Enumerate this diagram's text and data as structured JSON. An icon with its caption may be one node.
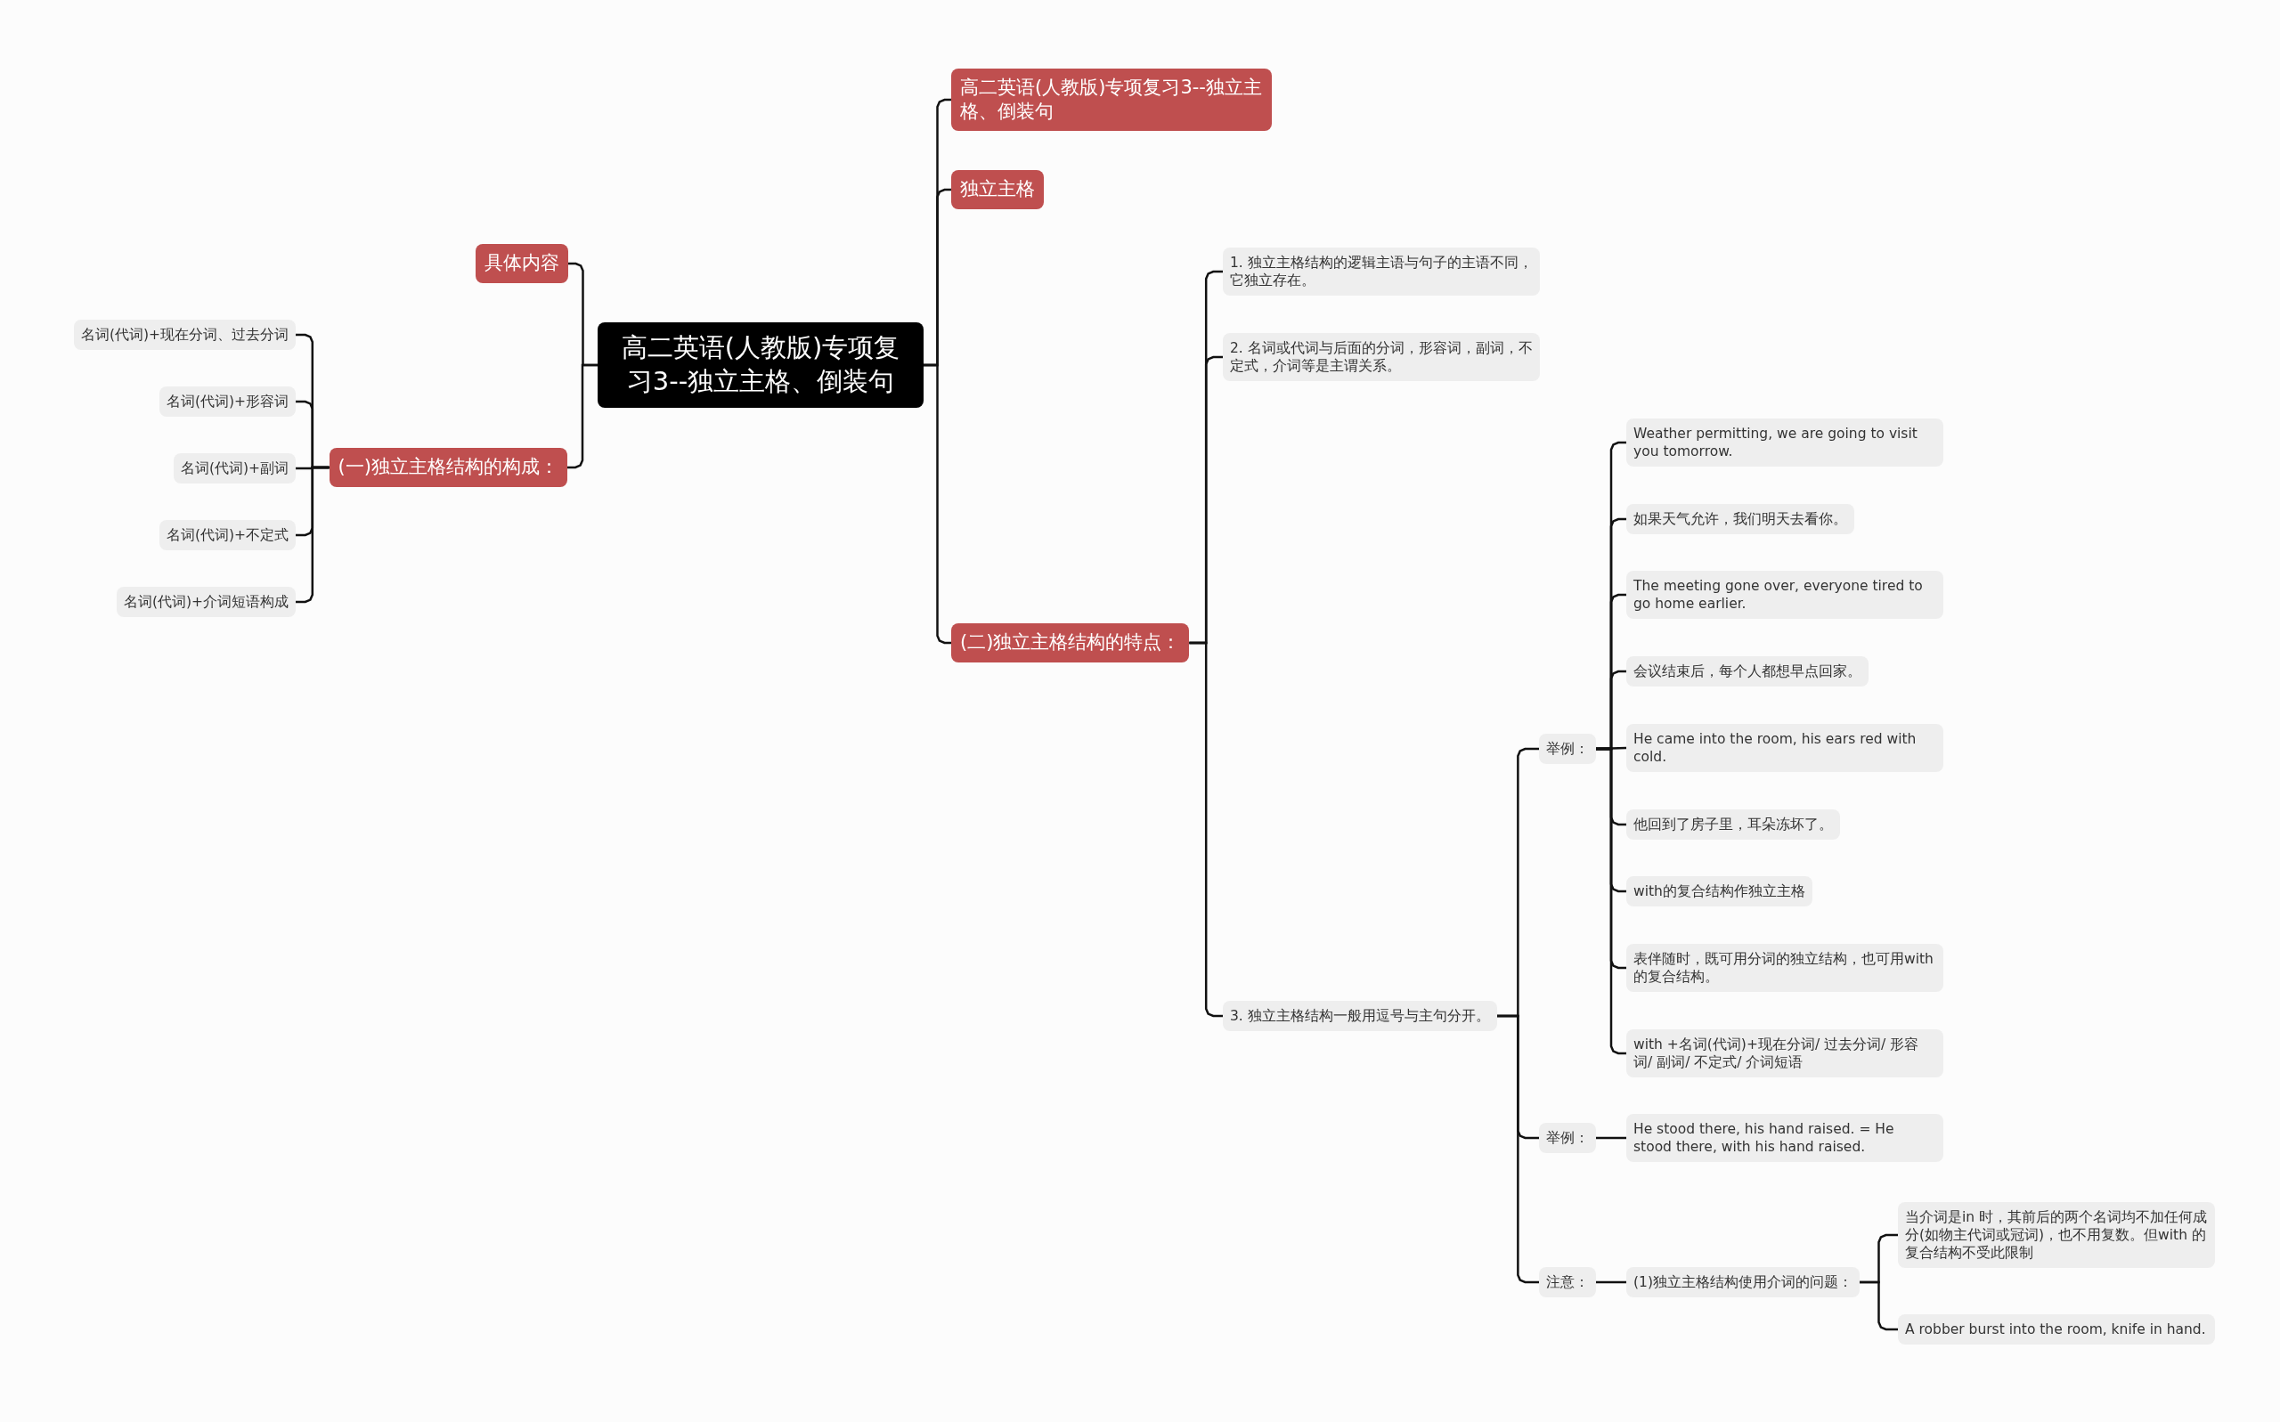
{
  "diagram": {
    "nodes": [
      {
        "text": [
          "高二英语(人教版)专项复习3--独立主格、倒装句"
        ]
      },
      {
        "text": [
          "具体内容"
        ]
      },
      {
        "text": [
          "(一)独立主格结构的构成："
        ]
      },
      {
        "text": [
          "名词(代词)+现在分词、过去分词"
        ]
      },
      {
        "text": [
          "名词(代词)+形容词"
        ]
      },
      {
        "text": [
          "名词(代词)+副词"
        ]
      },
      {
        "text": [
          "名词(代词)+不定式"
        ]
      },
      {
        "text": [
          "名词(代词)+介词短语构成"
        ]
      },
      {
        "text": [
          "高二英语(人教版)专项复习3--独立主格、倒装句"
        ]
      },
      {
        "text": [
          "独立主格"
        ]
      },
      {
        "text": [
          "(二)独立主格结构的特点："
        ]
      },
      {
        "text": [
          "1. 独立主格结构的逻辑主语与句子的主语不同，它独立存在。"
        ]
      },
      {
        "text": [
          "2. 名词或代词与后面的分词，形容词，副词，不定式，介词等是主谓关系。"
        ]
      },
      {
        "text": [
          "3. 独立主格结构一般用逗号与主句分开。"
        ]
      },
      {
        "text": [
          "举例："
        ]
      },
      {
        "text": [
          "Weather permitting, we are going to visit you tomorrow."
        ]
      },
      {
        "text": [
          "如果天气允许，我们明天去看你。"
        ]
      },
      {
        "text": [
          "The meeting gone over, everyone tired to go home earlier."
        ]
      },
      {
        "text": [
          "会议结束后，每个人都想早点回家。"
        ]
      },
      {
        "text": [
          "He came into the room, his ears red with cold."
        ]
      },
      {
        "text": [
          "他回到了房子里，耳朵冻坏了。"
        ]
      },
      {
        "text": [
          "with的复合结构作独立主格"
        ]
      },
      {
        "text": [
          "表伴随时，既可用分词的独立结构，也可用with的复合结构。"
        ]
      },
      {
        "text": [
          "with +名词(代词)+现在分词/ 过去分词/ 形容词/ 副词/ 不定式/ 介词短语"
        ]
      },
      {
        "text": [
          "举例："
        ]
      },
      {
        "text": [
          "He stood there, his hand raised. = He stood there, with his hand raised."
        ]
      },
      {
        "text": [
          "注意："
        ]
      },
      {
        "text": [
          "(1)独立主格结构使用介词的问题："
        ]
      },
      {
        "text": [
          "当介词是in 时，其前后的两个名词均不加任何成分(如物主代词或冠词)，也不用复数。但with 的复合结构不受此限制"
        ]
      },
      {
        "text": [
          "A robber burst into the room, knife in hand."
        ]
      }
    ],
    "edges": [
      {
        "from": 0,
        "to": 1,
        "arrow": "none"
      },
      {
        "from": 0,
        "to": 2,
        "arrow": "none"
      },
      {
        "from": 2,
        "to": 3,
        "arrow": "none"
      },
      {
        "from": 2,
        "to": 4,
        "arrow": "none"
      },
      {
        "from": 2,
        "to": 5,
        "arrow": "none"
      },
      {
        "from": 2,
        "to": 6,
        "arrow": "none"
      },
      {
        "from": 2,
        "to": 7,
        "arrow": "none"
      },
      {
        "from": 0,
        "to": 8,
        "arrow": "none"
      },
      {
        "from": 0,
        "to": 9,
        "arrow": "none"
      },
      {
        "from": 0,
        "to": 10,
        "arrow": "none"
      },
      {
        "from": 10,
        "to": 11,
        "arrow": "none"
      },
      {
        "from": 10,
        "to": 12,
        "arrow": "none"
      },
      {
        "from": 10,
        "to": 13,
        "arrow": "none"
      },
      {
        "from": 13,
        "to": 14,
        "arrow": "none"
      },
      {
        "from": 13,
        "to": 24,
        "arrow": "none"
      },
      {
        "from": 13,
        "to": 26,
        "arrow": "none"
      },
      {
        "from": 14,
        "to": 15,
        "arrow": "none"
      },
      {
        "from": 14,
        "to": 16,
        "arrow": "none"
      },
      {
        "from": 14,
        "to": 17,
        "arrow": "none"
      },
      {
        "from": 14,
        "to": 18,
        "arrow": "none"
      },
      {
        "from": 14,
        "to": 19,
        "arrow": "none"
      },
      {
        "from": 14,
        "to": 20,
        "arrow": "none"
      },
      {
        "from": 14,
        "to": 21,
        "arrow": "none"
      },
      {
        "from": 14,
        "to": 22,
        "arrow": "none"
      },
      {
        "from": 14,
        "to": 23,
        "arrow": "none"
      },
      {
        "from": 24,
        "to": 25,
        "arrow": "none"
      },
      {
        "from": 26,
        "to": 27,
        "arrow": "none"
      },
      {
        "from": 27,
        "to": 28,
        "arrow": "none"
      },
      {
        "from": 27,
        "to": 29,
        "arrow": "none"
      }
    ]
  }
}
